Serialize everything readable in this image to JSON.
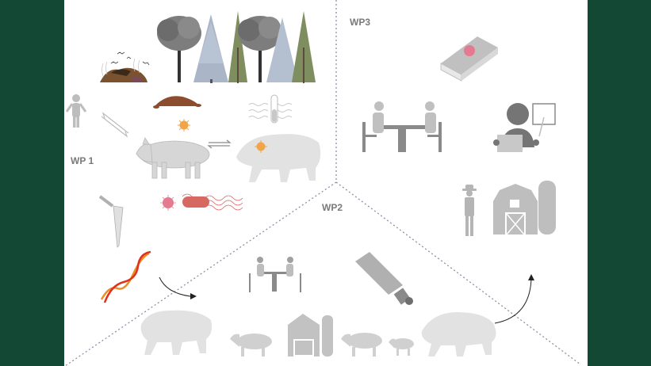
{
  "figure": {
    "background_color": "#134835",
    "panel_color": "#ffffff",
    "work_packages": [
      {
        "id": "wp1",
        "label": "WP 1",
        "theme": "Environment, pathogens, domestic pig, wild boar, molecular lab"
      },
      {
        "id": "wp2",
        "label": "WP2",
        "theme": "Wild boar to farm transmission, camera monitoring, interviews"
      },
      {
        "id": "wp3",
        "label": "WP3",
        "theme": "Knowledge, interviews, education, farmers"
      }
    ],
    "icons": {
      "wp1": [
        "compost-heap-icon",
        "deciduous-tree-icon",
        "spruce-tree-icon",
        "pine-tree-icon",
        "soil-pile-icon",
        "person-icon",
        "equilibrium-arrows-icon",
        "virus-icon",
        "domestic-pig-icon",
        "water-sample-tube-icon",
        "wild-boar-icon",
        "microtube-icon",
        "bacterium-icon",
        "dna-helix-icon"
      ],
      "wp2": [
        "interview-table-icon",
        "trail-camera-icon",
        "wild-boar-icon",
        "pig-icon",
        "barn-icon",
        "piglet-icon"
      ],
      "wp3": [
        "book-icon",
        "interview-table-icon",
        "teacher-icon",
        "farmer-icon",
        "barn-silo-icon"
      ]
    },
    "colors": {
      "icon_gray": "#bdbdbd",
      "icon_dark_gray": "#7a7a7a",
      "virus_orange": "#f0a040",
      "pathogen_red": "#d9606a",
      "dna_red": "#e0301e",
      "dna_orange": "#f08a20",
      "divider": "#8a8fa8"
    }
  }
}
